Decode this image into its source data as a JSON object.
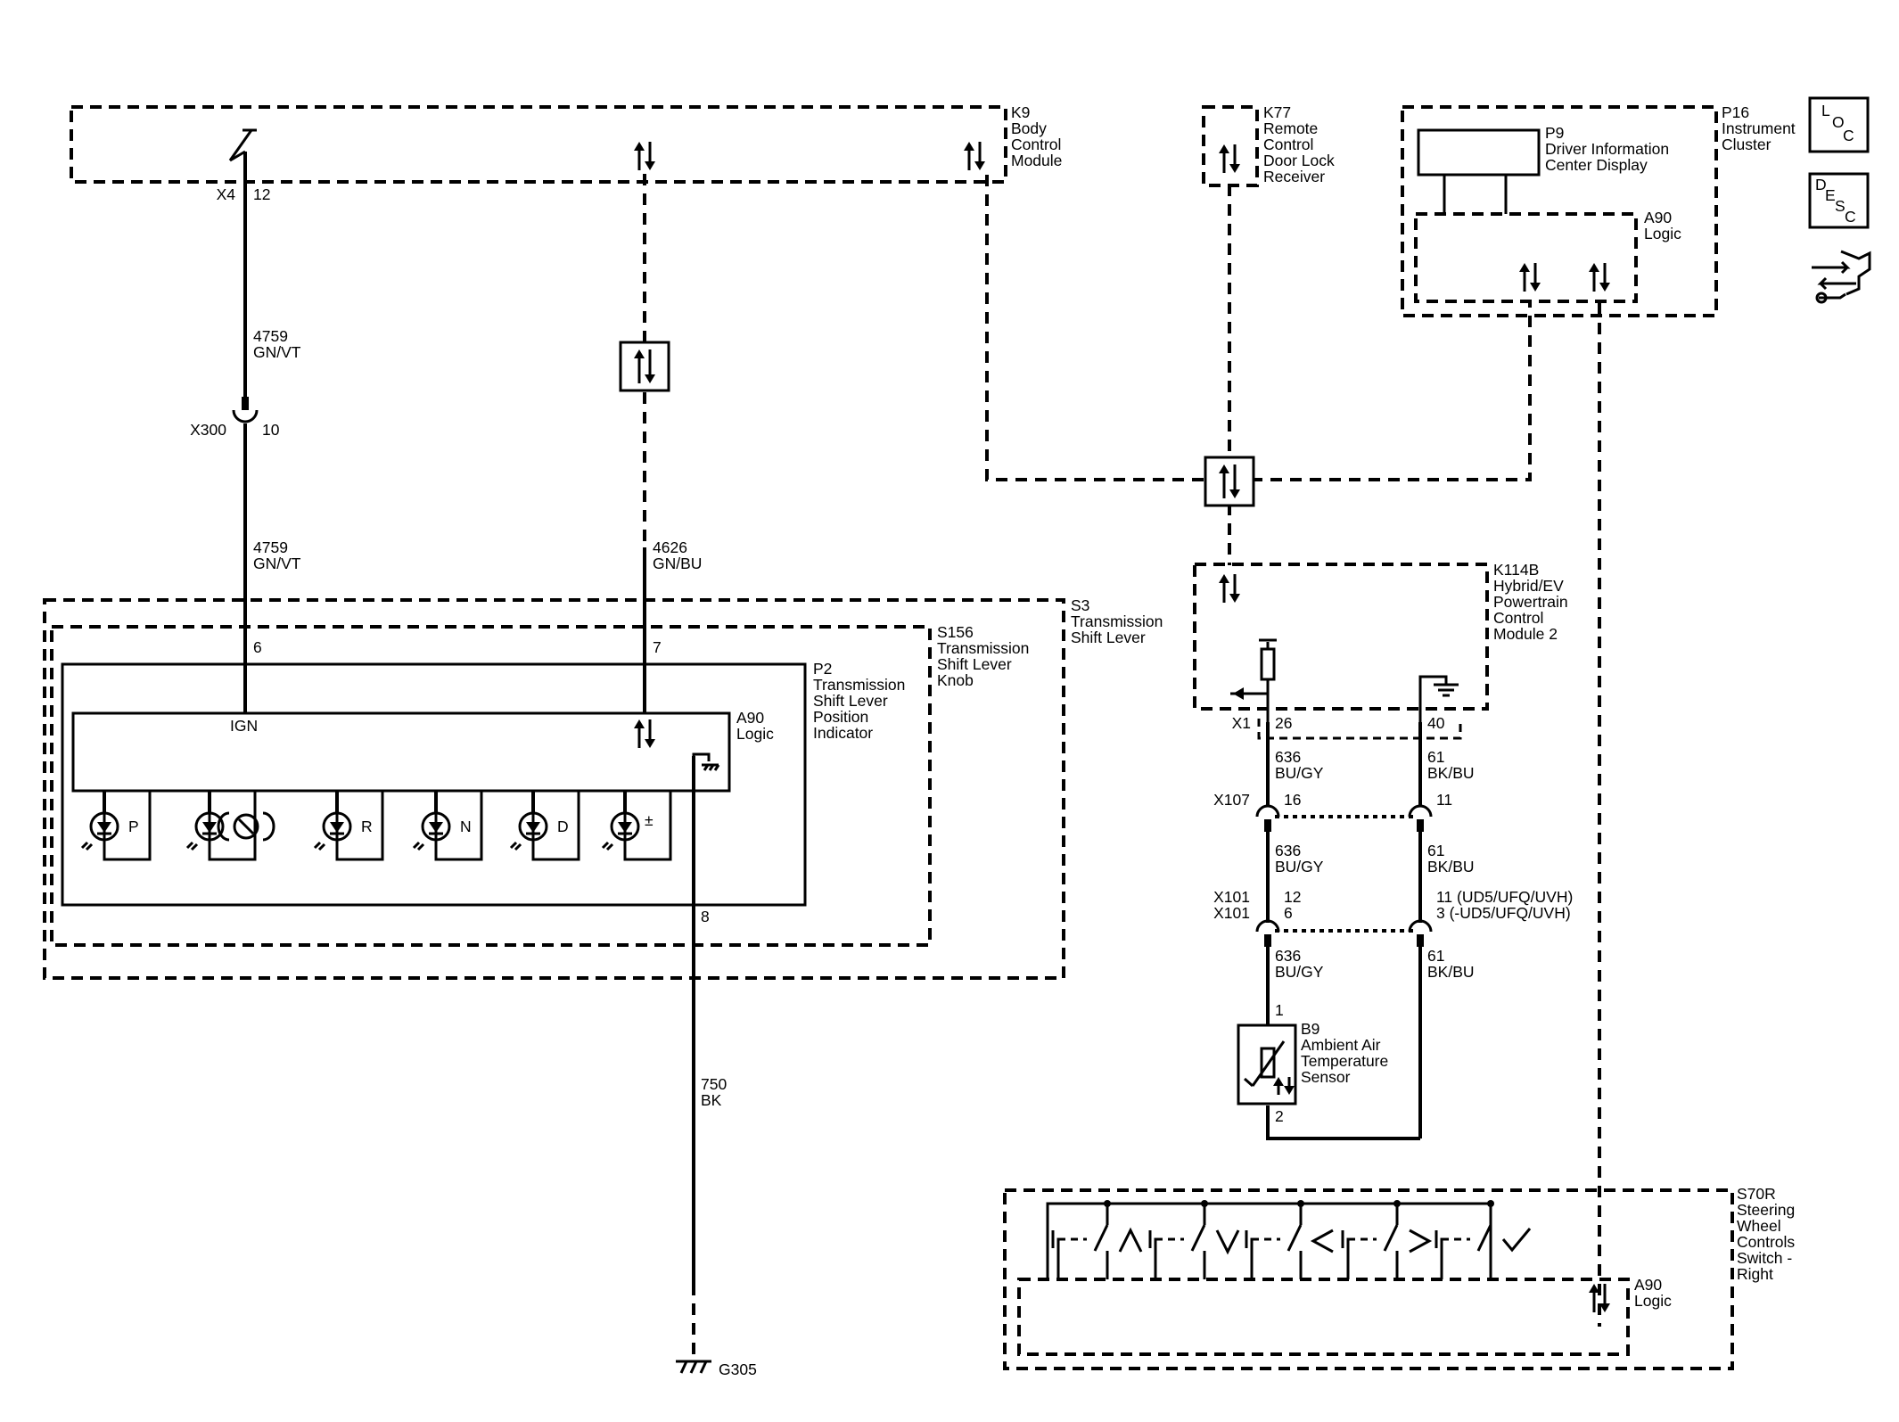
{
  "modules": {
    "k9": [
      "K9",
      "Body",
      "Control",
      "Module"
    ],
    "k77": [
      "K77",
      "Remote",
      "Control",
      "Door Lock",
      "Receiver"
    ],
    "p16": [
      "P16",
      "Instrument",
      "Cluster"
    ],
    "p9": [
      "P9",
      "Driver Information",
      "Center Display"
    ],
    "a90_p16": [
      "A90",
      "Logic"
    ],
    "k114b": [
      "K114B",
      "Hybrid/EV",
      "Powertrain",
      "Control",
      "Module 2"
    ],
    "s3": [
      "S3",
      "Transmission",
      "Shift Lever"
    ],
    "s156": [
      "S156",
      "Transmission",
      "Shift Lever",
      "Knob"
    ],
    "p2": [
      "P2",
      "Transmission",
      "Shift Lever",
      "Position",
      "Indicator"
    ],
    "a90_p2": [
      "A90",
      "Logic"
    ],
    "b9": [
      "B9",
      "Ambient Air",
      "Temperature",
      "Sensor"
    ],
    "s70r": [
      "S70R",
      "Steering",
      "Wheel",
      "Controls",
      "Switch -",
      "Right"
    ],
    "a90_s70r": [
      "A90",
      "Logic"
    ]
  },
  "connectors": {
    "x4": "X4",
    "x4_pin": "12",
    "x300": "X300",
    "x300_pin": "10",
    "x1": "X1",
    "x1_pin_a": "26",
    "x1_pin_b": "40",
    "x107": "X107",
    "x107_pin_a": "16",
    "x107_pin_b": "11",
    "x101a": "X101",
    "x101b": "X101",
    "x101_pin_a1": "12",
    "x101_pin_a2": "6",
    "x101_pin_b1": "11 (UD5/UFQ/UVH)",
    "x101_pin_b2": "3 (-UD5/UFQ/UVH)",
    "s3_pin_6": "6",
    "s3_pin_7": "7",
    "p2_pin_8": "8",
    "b9_pin_1": "1",
    "b9_pin_2": "2",
    "ground": "G305"
  },
  "wires": {
    "w4759_a": [
      "4759",
      "GN/VT"
    ],
    "w4759_b": [
      "4759",
      "GN/VT"
    ],
    "w4626": [
      "4626",
      "GN/BU"
    ],
    "w750": [
      "750",
      "BK"
    ],
    "w636_a": [
      "636",
      "BU/GY"
    ],
    "w636_b": [
      "636",
      "BU/GY"
    ],
    "w636_c": [
      "636",
      "BU/GY"
    ],
    "w61_a": [
      "61",
      "BK/BU"
    ],
    "w61_b": [
      "61",
      "BK/BU"
    ],
    "w61_c": [
      "61",
      "BK/BU"
    ]
  },
  "internal_labels": {
    "ign": "IGN",
    "indicators": [
      "P",
      "R",
      "N",
      "D",
      "±"
    ]
  },
  "side_buttons": {
    "loc": [
      "L",
      "O",
      "C"
    ],
    "desc": [
      "D",
      "E",
      "S",
      "C"
    ],
    "connector_icon": "connector-views-icon"
  }
}
